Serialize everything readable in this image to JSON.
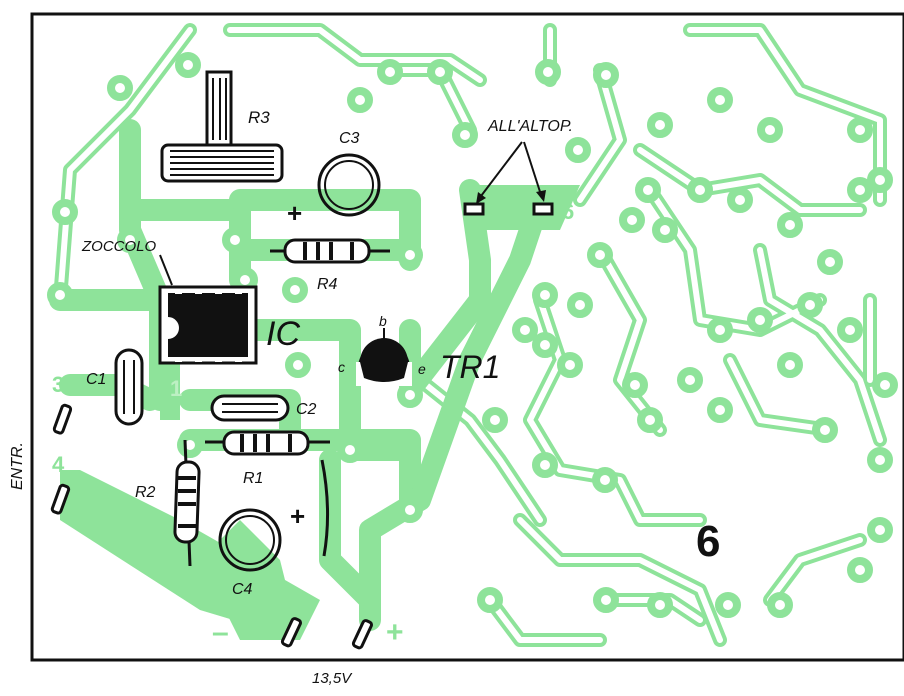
{
  "labels": {
    "speaker": "ALL'ALTOP.",
    "socket": "ZOCCOLO",
    "ic": "IC",
    "r1": "R1",
    "r2": "R2",
    "r3": "R3",
    "r4": "R4",
    "c1": "C1",
    "c2": "C2",
    "c3": "C3",
    "c4": "C4",
    "tr1": "TR1",
    "pin_b": "b",
    "pin_c": "c",
    "pin_e": "e",
    "pad3": "3",
    "pad4": "4",
    "pad5": "5",
    "pad6": "6",
    "pad1": "1",
    "input": "ENTR.",
    "supply": "13,5V",
    "plus": "+",
    "minus": "–",
    "figure_number": "6"
  },
  "colors": {
    "trace": "#8ee39a",
    "trace_light": "#bdf0c3",
    "ink": "#111111",
    "paper": "#ffffff"
  }
}
